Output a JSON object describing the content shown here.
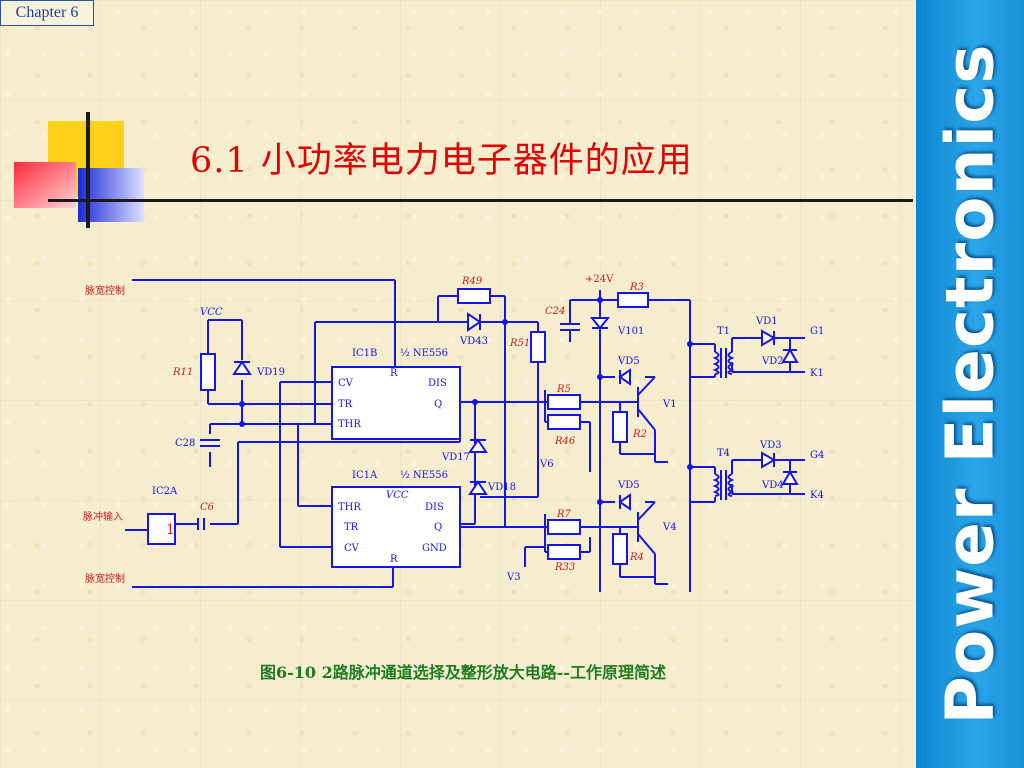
{
  "chapter_label": "Chapter 6",
  "title": "6.1 小功率电力电子器件的应用",
  "side_banner": "Power Electronics",
  "caption": "图6-10 2路脉冲通道选择及整形放大电路--工作原理简述",
  "circuit": {
    "pwm_top": "脉宽控制",
    "pwm_bottom": "脉宽控制",
    "pulse_in": "脉冲输入",
    "vcc": "VCC",
    "plus24": "+24V",
    "r11": "R11",
    "c28": "C28",
    "vd19": "VD19",
    "r49": "R49",
    "vd43": "VD43",
    "c24": "C24",
    "r51": "R51",
    "r3": "R3",
    "v101": "V101",
    "ic1b": "IC1B",
    "half_ne556_b": "½ NE556",
    "ic1a": "IC1A",
    "half_ne556_a": "½ NE556",
    "ic2a": "IC2A",
    "c6": "C6",
    "vd17": "VD17",
    "vd18": "VD18",
    "r5": "R5",
    "r46": "R46",
    "v6": "V6",
    "r7": "R7",
    "r33": "R33",
    "v3": "V3",
    "vd5_top": "VD5",
    "vd5_bottom": "VD5",
    "v1": "V1",
    "v4": "V4",
    "r2": "R2",
    "r4": "R4",
    "t1": "T1",
    "t4": "T4",
    "vd1": "VD1",
    "vd2": "VD2",
    "vd3": "VD3",
    "vd4": "VD4",
    "g1": "G1",
    "k1": "K1",
    "g4": "G4",
    "k4": "K4",
    "pin_cv": "CV",
    "pin_tr": "TR",
    "pin_thr": "THR",
    "pin_dis": "DIS",
    "pin_q": "Q",
    "pin_r": "R",
    "pin_gnd": "GND",
    "gate_one": "1"
  }
}
